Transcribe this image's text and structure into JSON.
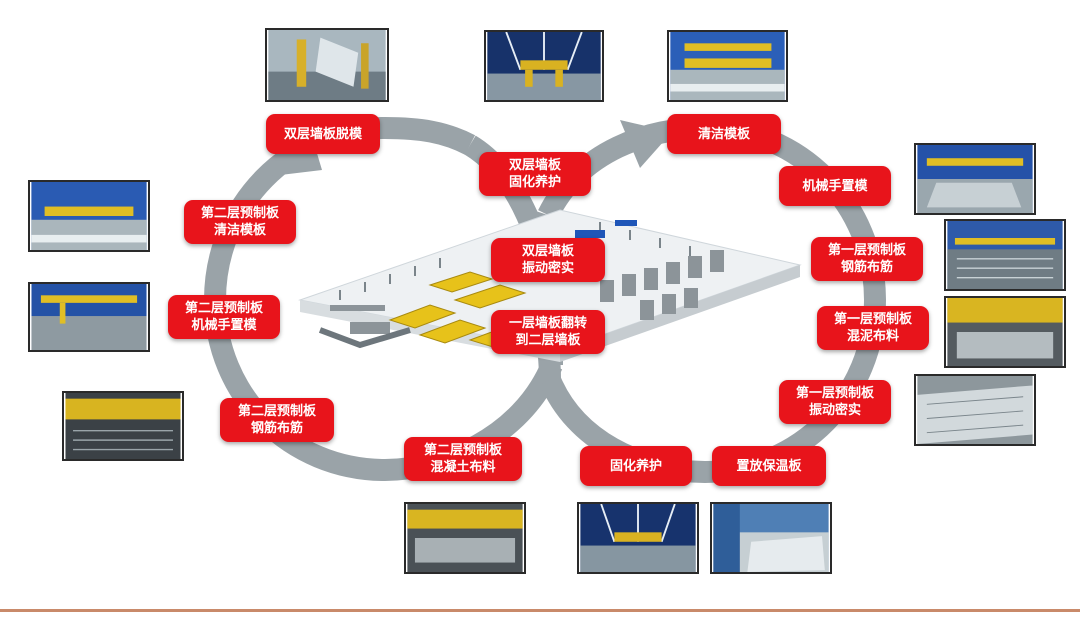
{
  "steps": [
    {
      "id": "s1",
      "text": "双层墙板脱模"
    },
    {
      "id": "s2",
      "text": "双层墙板\n固化养护"
    },
    {
      "id": "s3",
      "text": "清洁模板"
    },
    {
      "id": "s4",
      "text": "机械手置模"
    },
    {
      "id": "s5",
      "text": "第二层预制板\n清洁模板"
    },
    {
      "id": "s6",
      "text": "双层墙板\n振动密实"
    },
    {
      "id": "s7",
      "text": "第一层预制板\n钢筋布筋"
    },
    {
      "id": "s8",
      "text": "第二层预制板\n机械手置模"
    },
    {
      "id": "s9",
      "text": "一层墙板翻转\n到二层墙板"
    },
    {
      "id": "s10",
      "text": "第一层预制板\n混泥布料"
    },
    {
      "id": "s11",
      "text": "第一层预制板\n振动密实"
    },
    {
      "id": "s12",
      "text": "第二层预制板\n钢筋布筋"
    },
    {
      "id": "s13",
      "text": "第二层预制板\n混凝土布料"
    },
    {
      "id": "s14",
      "text": "固化养护"
    },
    {
      "id": "s15",
      "text": "置放保温板"
    }
  ],
  "colors": {
    "step_box": "#e8141b",
    "loop": "#9aa3a8",
    "factory_floor": "#eef1f3",
    "machine_yellow": "#e7c21a",
    "machine_blue": "#1f56b8"
  }
}
